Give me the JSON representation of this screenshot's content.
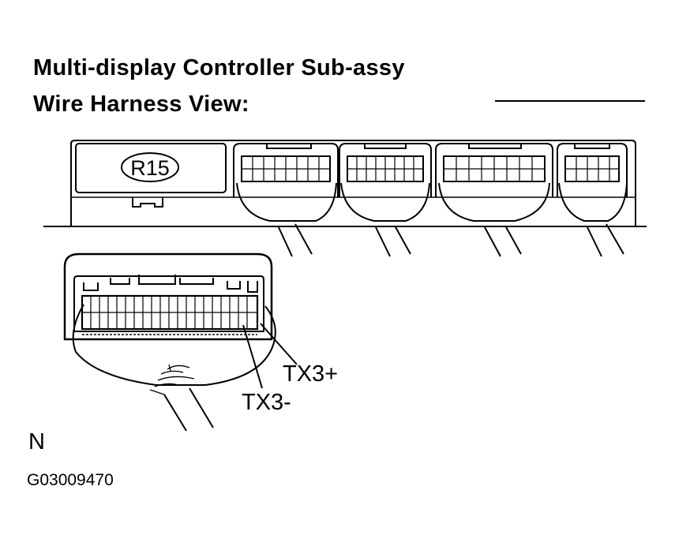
{
  "title_line1": "Multi-display Controller Sub-assy",
  "title_line2": "Wire Harness View:",
  "connector_id": "R15",
  "pin_labels": {
    "tx3_plus": "TX3+",
    "tx3_minus": "TX3-"
  },
  "north_label": "N",
  "figure_code": "G03009470"
}
